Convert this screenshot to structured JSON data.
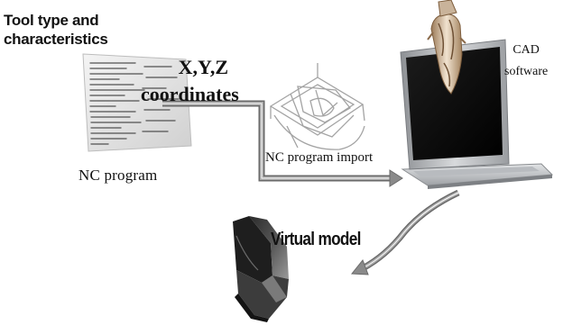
{
  "labels": {
    "tool_type_line1": "Tool type and",
    "tool_type_line2": "characteristics",
    "coordinates_line1": "X,Y,Z",
    "coordinates_line2": "coordinates",
    "nc_program": "NC program",
    "nc_program_import": "NC program import",
    "cad_line1": "CAD",
    "cad_line2": "software",
    "virtual_model": "Virtual model"
  },
  "icons": {
    "nc_listing": "nc-program-listing-icon",
    "toolpath": "toolpath-wireframe-icon",
    "laptop": "laptop-computer-icon",
    "tool": "cutting-tool-icon",
    "part": "virtual-part-model-icon"
  },
  "colors": {
    "arrow": "#8a8a8a",
    "arrow_edge": "#6a6a6a",
    "text": "#111111",
    "laptop_body": "#c9cbcd",
    "screen": "#0a0a0a"
  }
}
